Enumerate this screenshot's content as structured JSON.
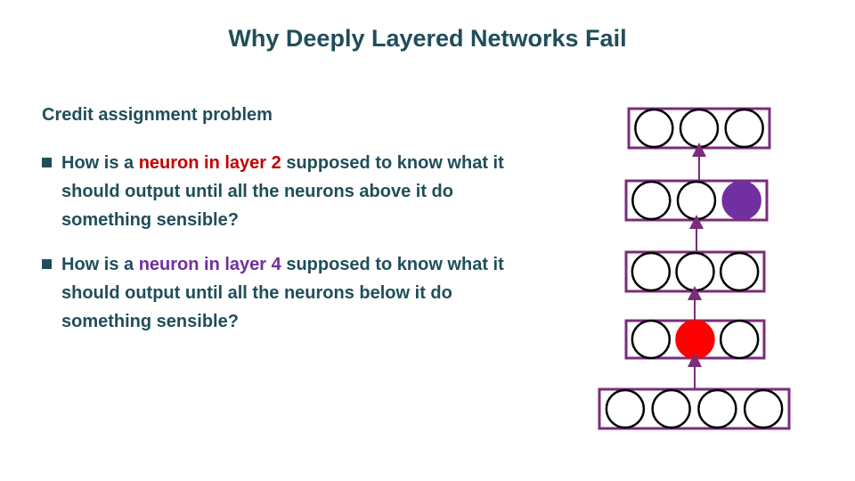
{
  "title": "Why Deeply Layered Networks Fail",
  "subtitle": "Credit assignment problem",
  "bullets": [
    {
      "pre": "How is a ",
      "highlight": "neuron in layer",
      "number": "2",
      "post": " supposed to know what it should output until all the neurons above it do something sensible?",
      "highlight_color": "#c00000"
    },
    {
      "pre": "How is a ",
      "highlight": "neuron in layer",
      "number": "4",
      "post": " supposed to know what it should output until all the neurons below it do something sensible?",
      "highlight_color": "#7030a0"
    }
  ],
  "network": {
    "layers_top_to_bottom": [
      {
        "neurons": 3,
        "filled_index": null,
        "fill_color": null
      },
      {
        "neurons": 3,
        "filled_index": 2,
        "fill_color": "#7030a0"
      },
      {
        "neurons": 3,
        "filled_index": null,
        "fill_color": null
      },
      {
        "neurons": 3,
        "filled_index": 1,
        "fill_color": "#ff0000"
      },
      {
        "neurons": 4,
        "filled_index": null,
        "fill_color": null
      }
    ],
    "box_color": "#7b2c7b",
    "arrow_color": "#7b2c7b"
  }
}
